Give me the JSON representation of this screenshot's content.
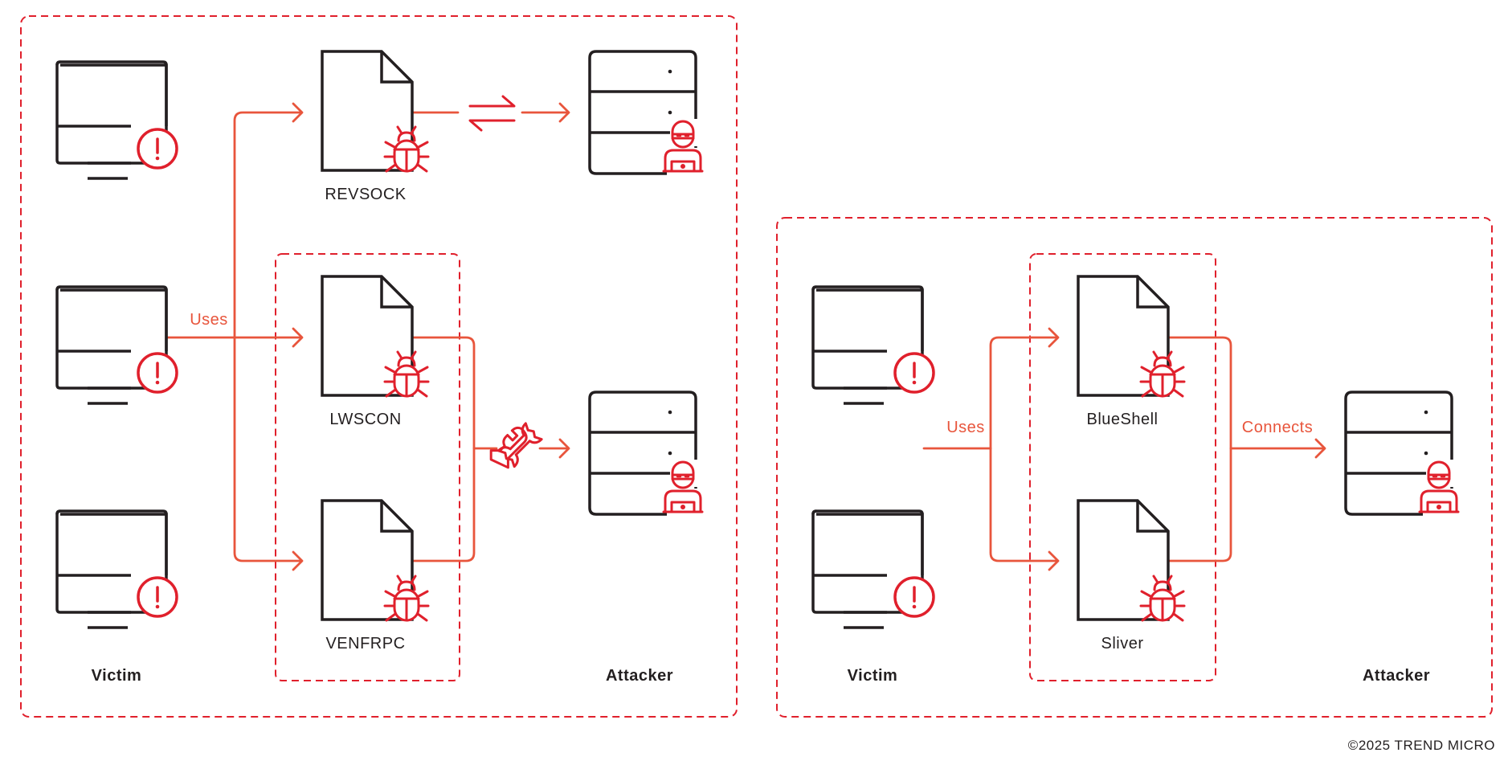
{
  "left_panel": {
    "files": [
      "REVSOCK",
      "LWSCON",
      "VENFRPC"
    ],
    "uses_label": "Uses",
    "victim_label": "Victim",
    "attacker_label": "Attacker"
  },
  "right_panel": {
    "files": [
      "BlueShell",
      "Sliver"
    ],
    "uses_label": "Uses",
    "connects_label": "Connects",
    "victim_label": "Victim",
    "attacker_label": "Attacker"
  },
  "copyright": "©2025 TREND MICRO",
  "colors": {
    "accent": "#e8553c",
    "red": "#e0202c",
    "ink": "#231f20"
  },
  "icons": [
    "computer-icon",
    "alert-icon",
    "file-icon",
    "bug-icon",
    "server-icon",
    "hacker-icon",
    "exchange-arrows-icon",
    "wrench-icon"
  ]
}
